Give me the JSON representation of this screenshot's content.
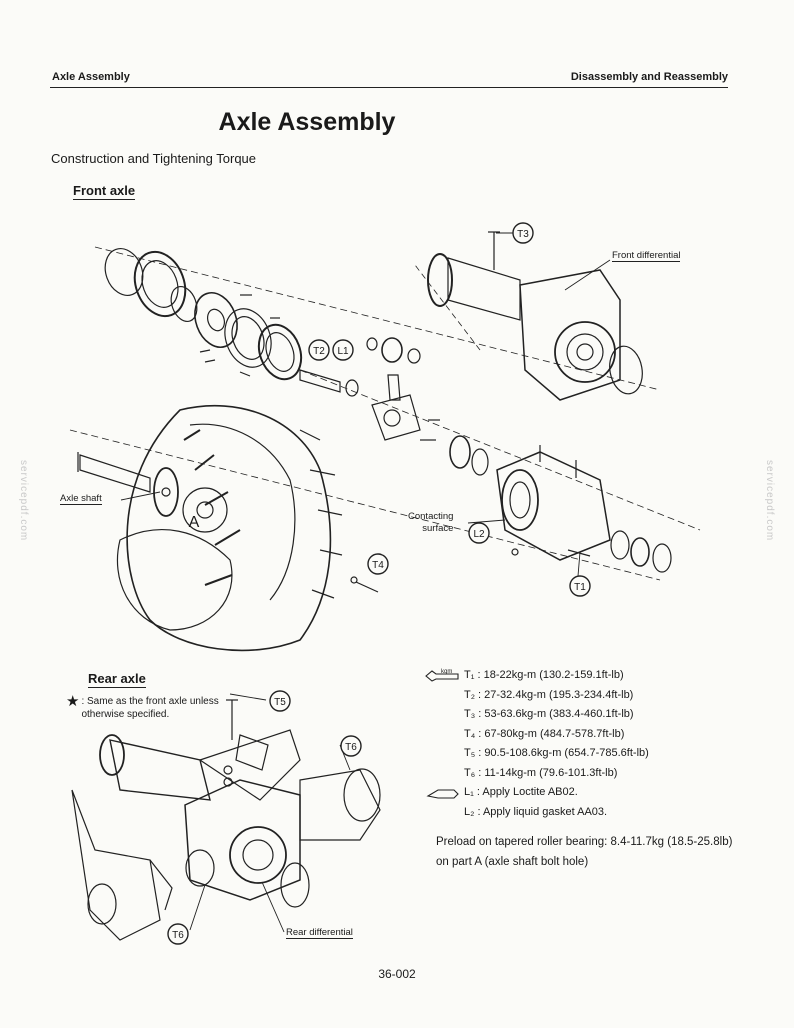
{
  "header": {
    "left": "Axle Assembly",
    "right": "Disassembly and Reassembly"
  },
  "title": "Axle Assembly",
  "subtitle": "Construction and Tightening Torque",
  "front_axle": {
    "heading": "Front axle",
    "labels": {
      "front_differential": "Front differential",
      "axle_shaft": "Axle shaft",
      "contacting_surface": "Contacting\nsurface",
      "part_a": "A"
    }
  },
  "rear_axle": {
    "heading": "Rear axle",
    "star_note": ": Same as the front axle unless otherwise specified.",
    "rear_differential": "Rear differential"
  },
  "callouts": {
    "t1": "T1",
    "t2": "T2",
    "t3": "T3",
    "t4": "T4",
    "t5": "T5",
    "t6": "T6",
    "l1": "L1",
    "l2": "L2"
  },
  "specs": [
    {
      "key": "T1",
      "text": "T₁ : 18-22kg-m (130.2-159.1ft-lb)"
    },
    {
      "key": "T2",
      "text": "T₂ : 27-32.4kg-m (195.3-234.4ft-lb)"
    },
    {
      "key": "T3",
      "text": "T₃ : 53-63.6kg-m (383.4-460.1ft-lb)"
    },
    {
      "key": "T4",
      "text": "T₄ : 67-80kg-m (484.7-578.7ft-lb)"
    },
    {
      "key": "T5",
      "text": "T₅ : 90.5-108.6kg-m (654.7-785.6ft-lb)"
    },
    {
      "key": "T6",
      "text": "T₆ : 11-14kg-m (79.6-101.3ft-lb)"
    },
    {
      "key": "L1",
      "text": "L₁ : Apply Loctite AB02."
    },
    {
      "key": "L2",
      "text": "L₂ : Apply liquid gasket AA03."
    }
  ],
  "wrench_label": "kgm",
  "preload": "Preload on tapered roller bearing: 8.4-11.7kg (18.5-25.8lb) on part A (axle shaft bolt hole)",
  "page_number": "36-002",
  "watermark": "servicepdf.com",
  "icons": {
    "torque": "torque-wrench-icon",
    "sealant": "sealant-tube-icon",
    "star": "star-icon"
  }
}
